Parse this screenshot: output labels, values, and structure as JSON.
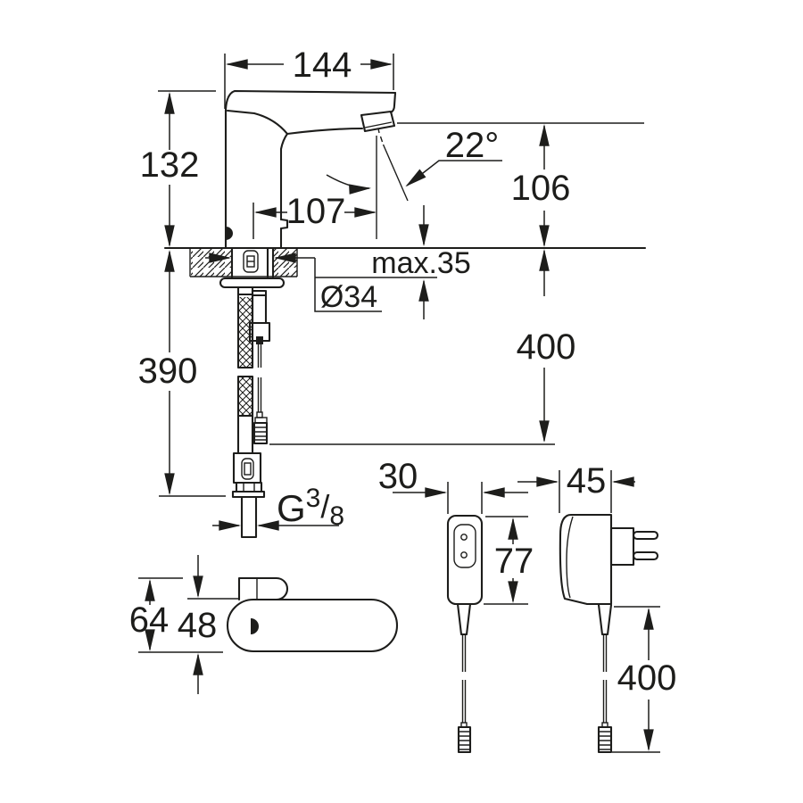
{
  "drawing": {
    "type": "faucet-installation-dimension-drawing",
    "colors": {
      "line": "#1d1d1b",
      "background": "#ffffff"
    },
    "views": {
      "faucet_side_view": "faucet side elevation with mounting shank, supply hose and sensor cable",
      "faucet_top_view": "faucet base footprint",
      "psu_front_view": "plug-in power supply front",
      "psu_side_view": "plug-in power supply side with plug pins"
    },
    "dims": {
      "spout_width": "144",
      "body_height": "132",
      "spout_reach": "107",
      "outlet_height": "106",
      "stream_angle": "22°",
      "deck_thickness": "max.35",
      "hole_diameter": "Ø34",
      "below_deck_height": "390",
      "cable_drop": "400",
      "thread_g": "G",
      "thread_sup": "3",
      "thread_slash": "/",
      "thread_sub": "8",
      "base_length": "64",
      "base_width": "48",
      "psu_width": "30",
      "psu_depth": "45",
      "psu_height": "77",
      "psu_cable_drop": "400"
    }
  }
}
